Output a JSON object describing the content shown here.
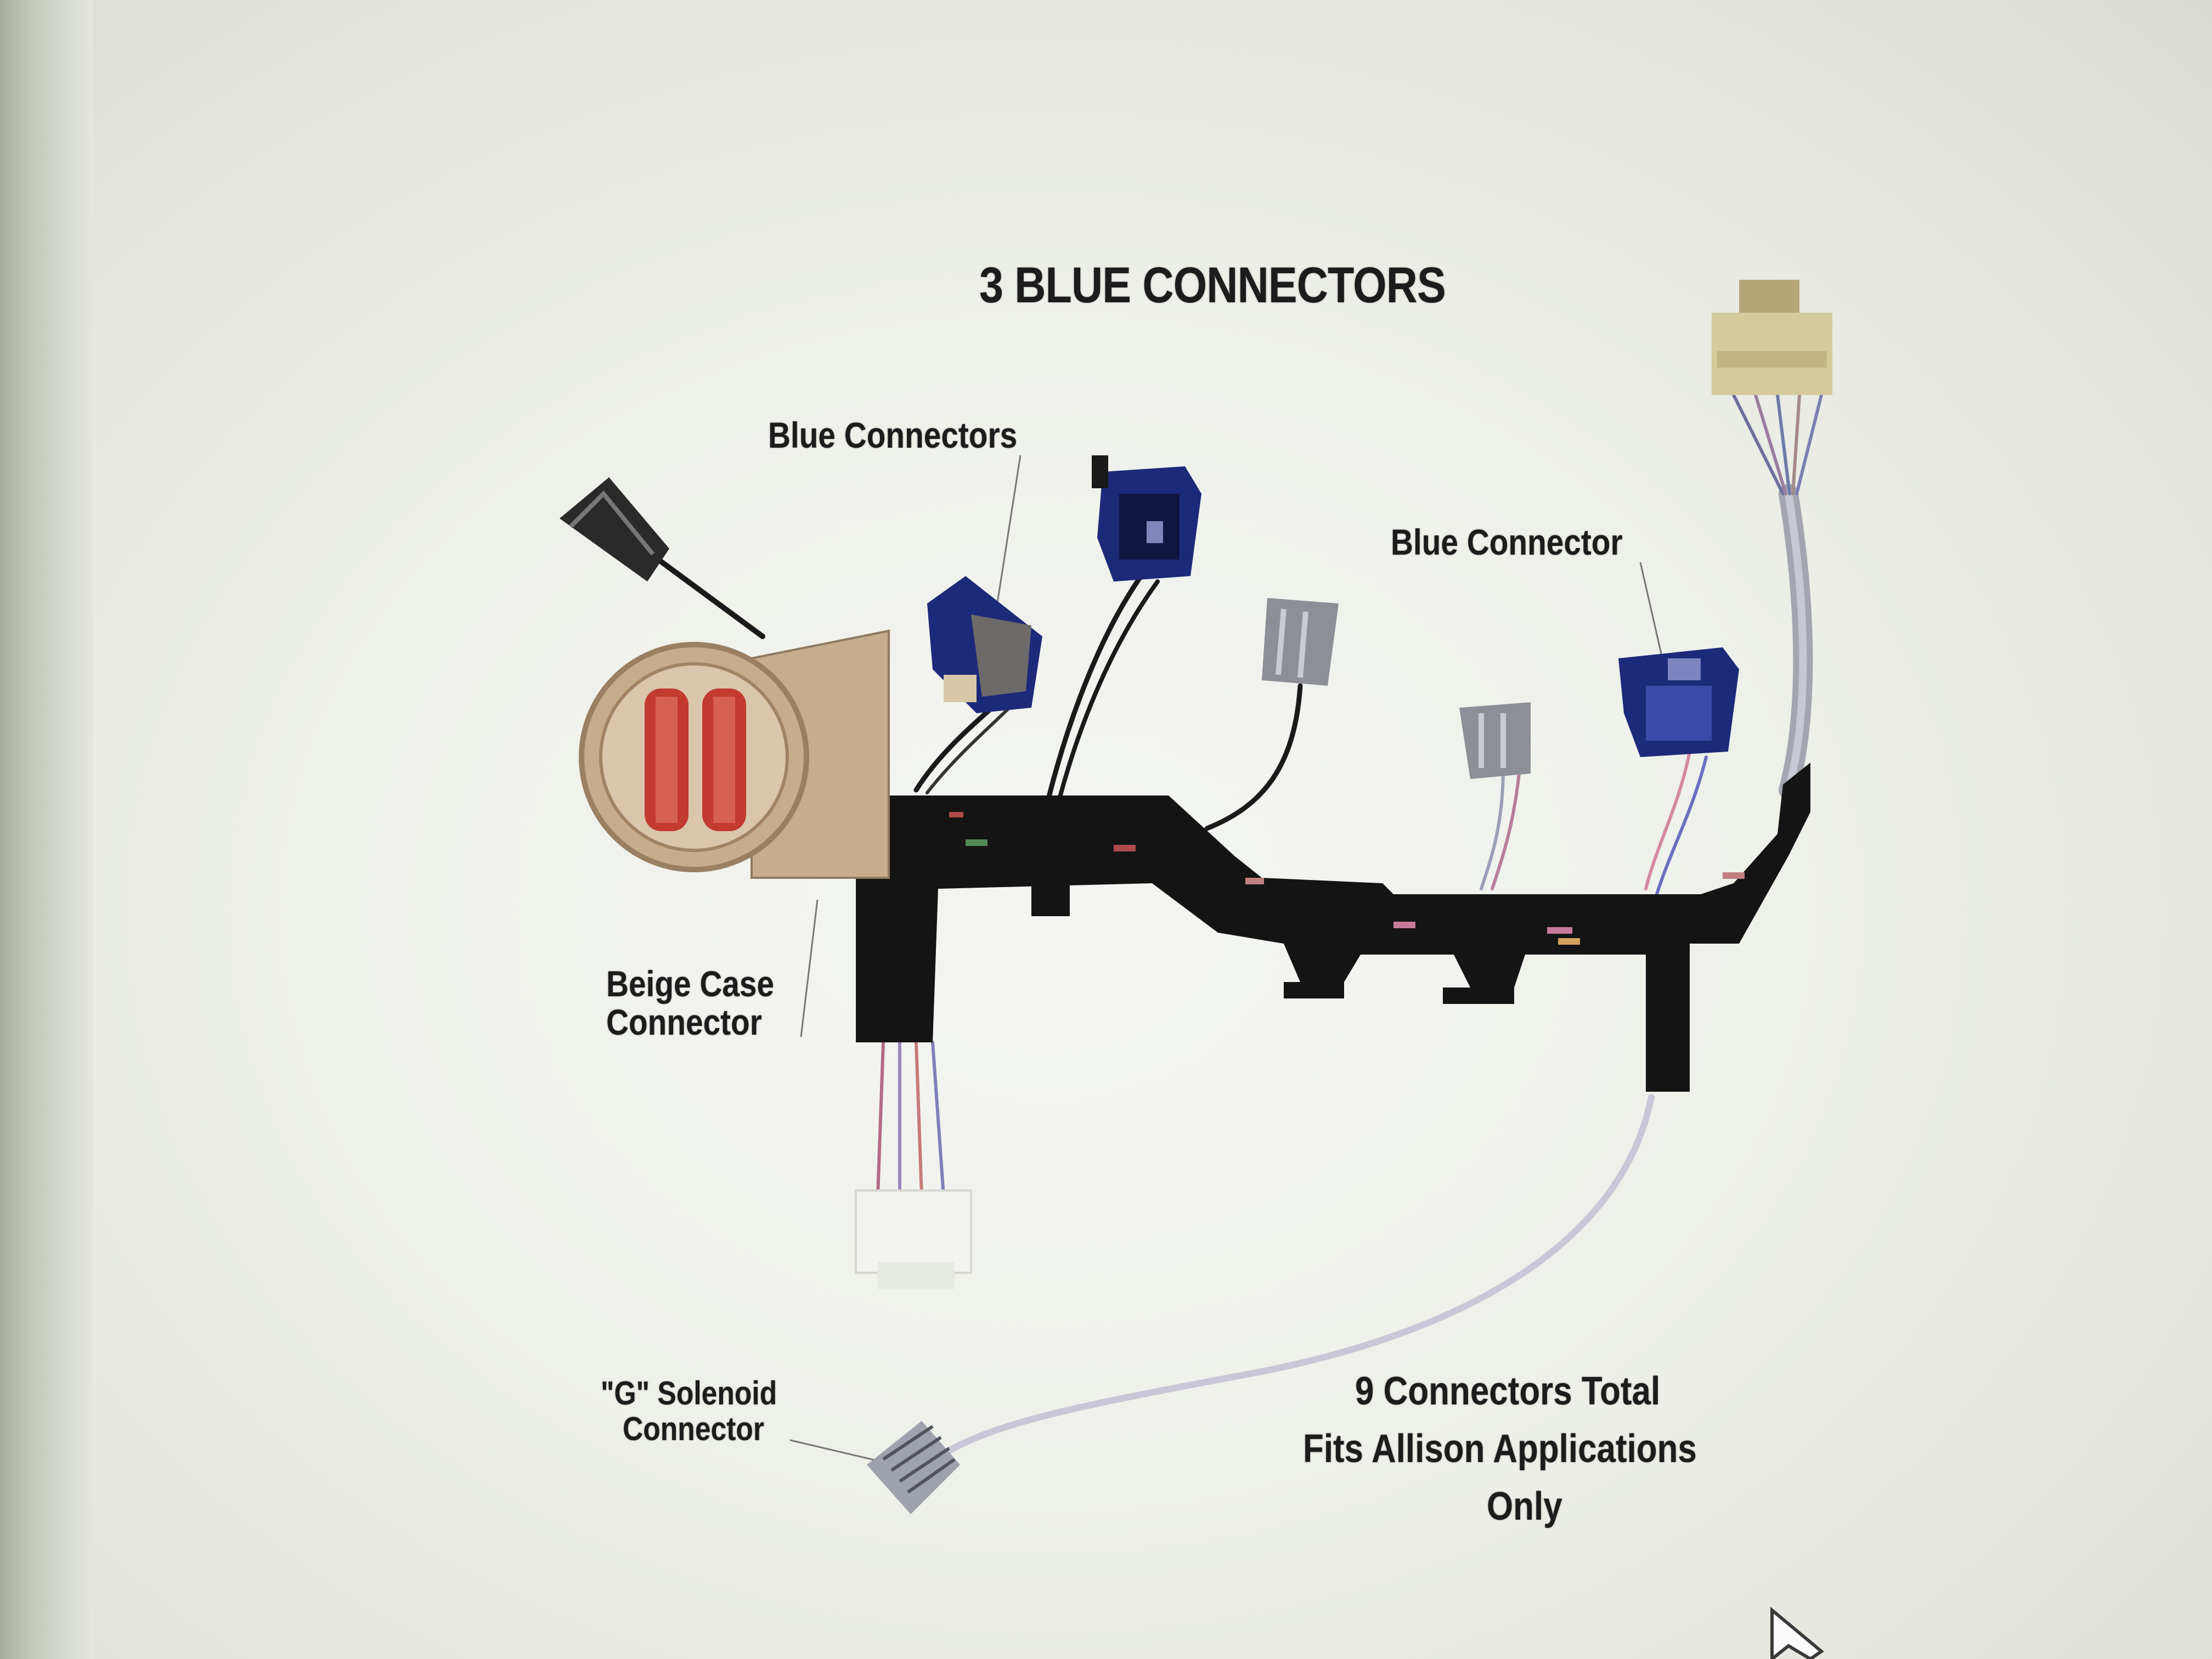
{
  "diagram": {
    "title": "3 BLUE CONNECTORS",
    "labels": {
      "blue_connectors": "Blue Connectors",
      "blue_connector": "Blue Connector",
      "beige_line1": "Beige Case",
      "beige_line2": "Connector",
      "g_line1": "\"G\" Solenoid",
      "g_line2": "Connector",
      "note_line1": "9 Connectors Total",
      "note_line2": "Fits Allison Applications",
      "note_line3": "Only"
    },
    "colors": {
      "harness": "#141414",
      "blue_connector": "#1c2a7a",
      "beige_case": "#c6ad8c",
      "pins": "#c23a30",
      "gray_connector": "#8c8f96",
      "wire_pink": "#d8a8b8"
    }
  }
}
